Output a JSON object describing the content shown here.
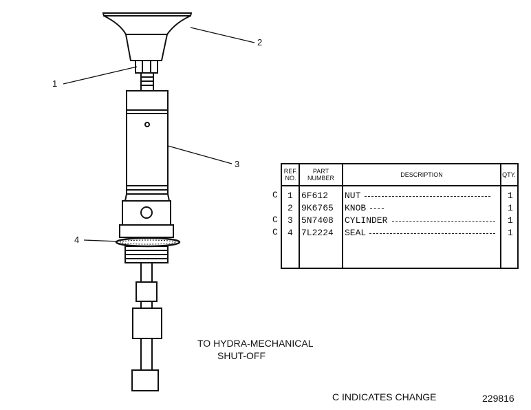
{
  "callouts": [
    {
      "id": "callout-1",
      "label": "1"
    },
    {
      "id": "callout-2",
      "label": "2"
    },
    {
      "id": "callout-3",
      "label": "3"
    },
    {
      "id": "callout-4",
      "label": "4"
    }
  ],
  "table": {
    "headers": {
      "ref_line1": "REF.",
      "ref_line2": "NO.",
      "part_line1": "PART",
      "part_line2": "NUMBER",
      "description": "DESCRIPTION",
      "qty": "QTY."
    },
    "rows": [
      {
        "change": "C",
        "ref": "1",
        "part": "6F612",
        "description": "NUT",
        "qty": "1"
      },
      {
        "change": "",
        "ref": "2",
        "part": "9K6765",
        "description": "KNOB",
        "qty": "1"
      },
      {
        "change": "C",
        "ref": "3",
        "part": "5N7408",
        "description": "CYLINDER",
        "qty": "1"
      },
      {
        "change": "C",
        "ref": "4",
        "part": "7L2224",
        "description": "SEAL",
        "qty": "1"
      }
    ]
  },
  "caption": {
    "line1": "TO HYDRA-MECHANICAL",
    "line2": "SHUT-OFF"
  },
  "footer": {
    "change_note": "C  INDICATES CHANGE",
    "illustration_number": "229816"
  }
}
